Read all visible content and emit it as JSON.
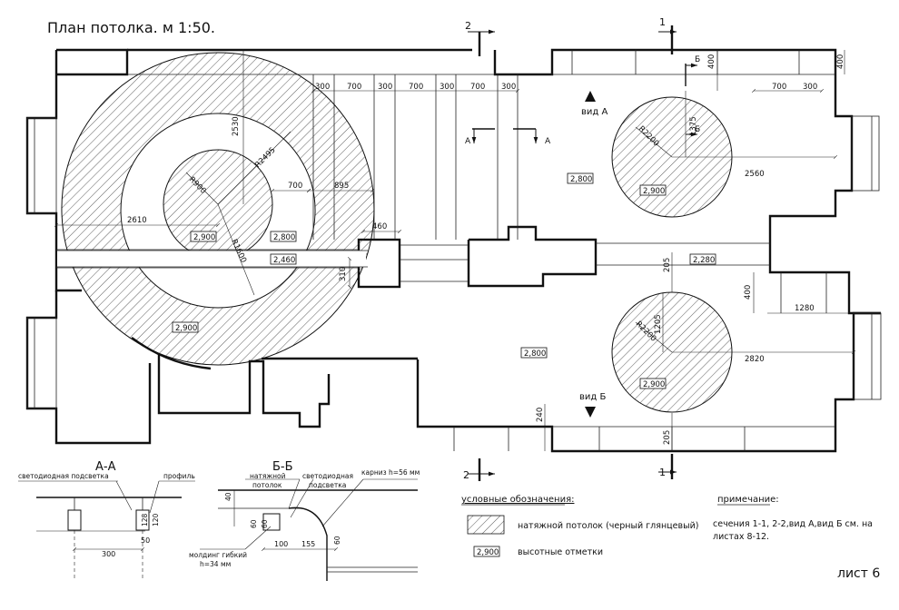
{
  "title": "План потолка. м 1:50.",
  "sheet": "лист 6",
  "section_marks": {
    "one": "1",
    "two": "2",
    "a": "А",
    "b": "Б"
  },
  "views": {
    "view_a": "вид А",
    "view_b": "вид Б"
  },
  "dimensions": {
    "d300": "300",
    "d700": "700",
    "d400": "400",
    "d2530": "2530",
    "d2610": "2610",
    "d700b": "700",
    "d895": "895",
    "r2495": "R2495",
    "r1600": "R1600",
    "r900": "R900",
    "d460": "460",
    "d310": "310",
    "d1375": "1375",
    "d2560": "2560",
    "r2200": "R2200",
    "d205": "205",
    "d1205": "1205",
    "r2200b": "R2200",
    "d2820": "2820",
    "d1280": "1280",
    "d240": "240",
    "d205b": "205"
  },
  "heights": {
    "h2900": "2,900",
    "h2800": "2,800",
    "h2460": "2,460",
    "h2280": "2,280"
  },
  "sections": {
    "aa_title": "А-А",
    "bb_title": "Б-Б",
    "led": "светодиодная подсветка",
    "profile": "профиль",
    "stretch": "натяжной",
    "stretch2": "потолок",
    "led2a": "светодиодная",
    "led2b": "подсветка",
    "cornice": "карниз h=56 мм",
    "molding": "молдинг гибкий",
    "molding_h": "h=34 мм",
    "v120": "120",
    "v128": "128",
    "v50": "50",
    "v300": "300",
    "v40": "40",
    "v60": "60",
    "v60b": "60",
    "v100": "100",
    "v155": "155",
    "v60c": "60"
  },
  "legend": {
    "title": "условные обозначения:",
    "hatch": "натяжной потолок (черный глянцевый)",
    "mark_value": "2,900",
    "mark_label": "высотные отметки"
  },
  "note": {
    "title": "примечание:",
    "line1": "сечения 1-1, 2-2,вид А,вид Б см. на",
    "line2": "листах 8-12."
  }
}
